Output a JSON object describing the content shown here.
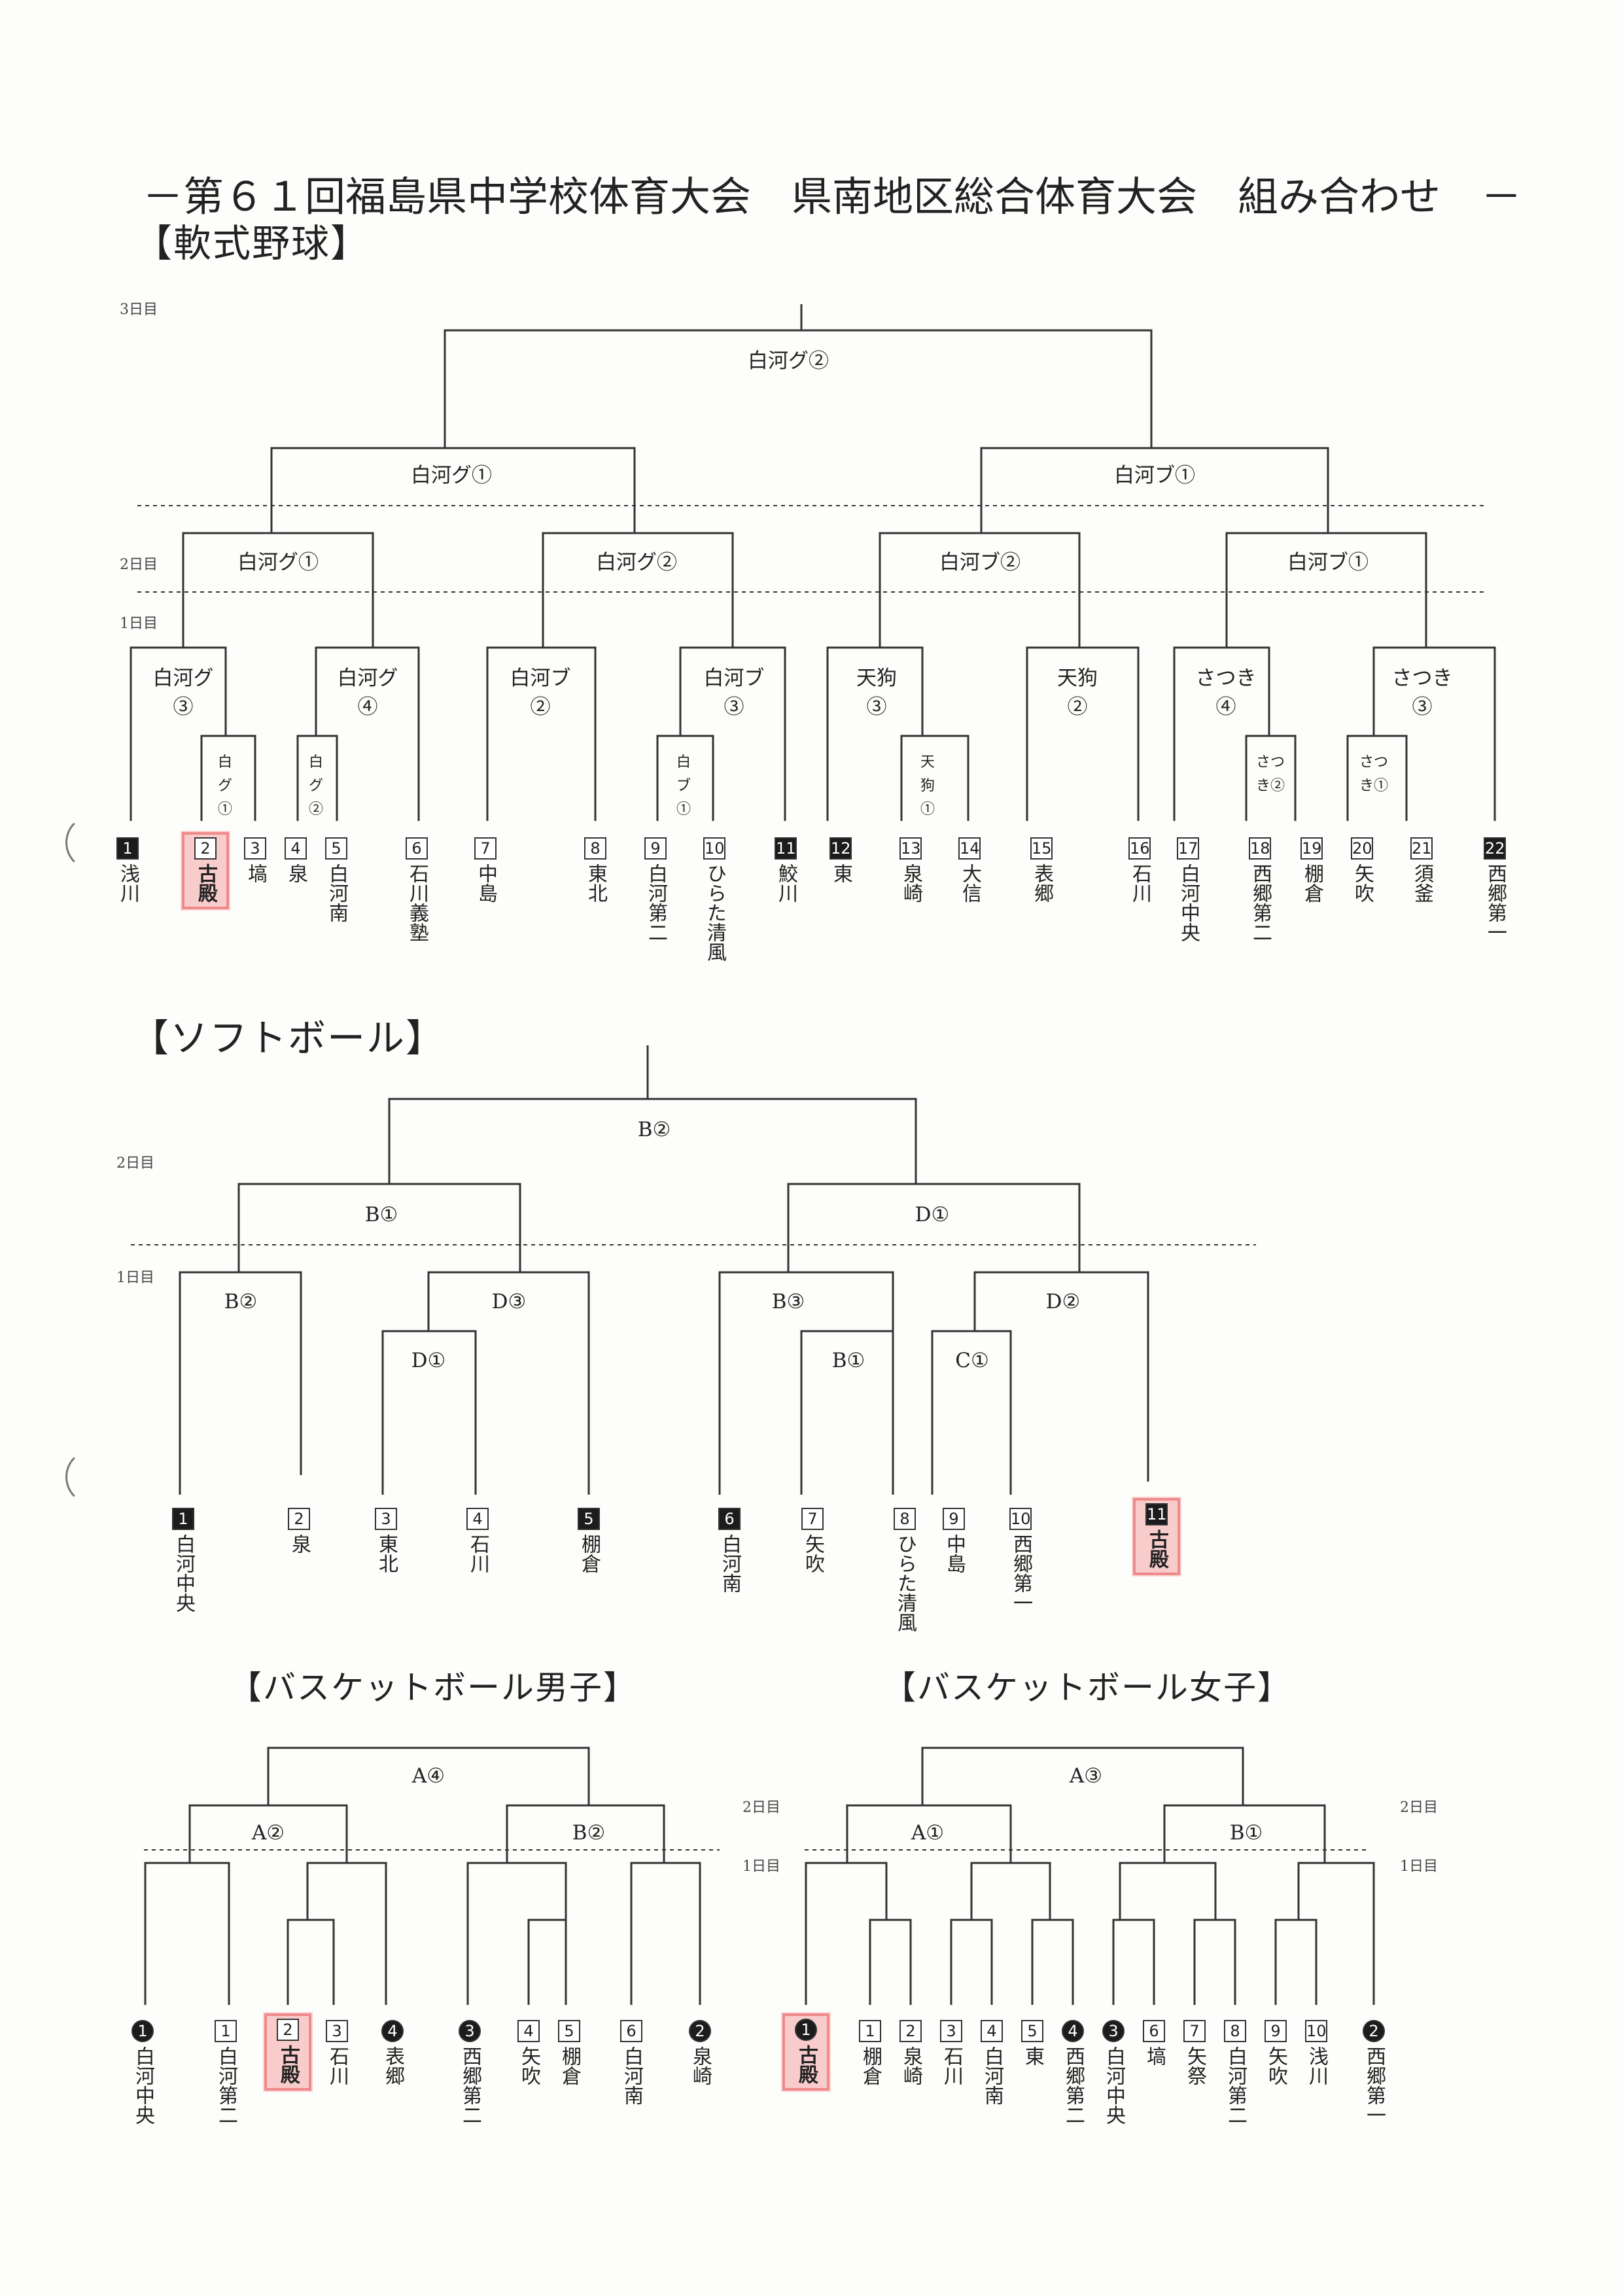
{
  "document": {
    "title": "－第６１回福島県中学校体育大会　県南地区総合体育大会　組み合わせ　－",
    "accent_color": "#f08a8a"
  },
  "baseball": {
    "heading": "【軟式野球】",
    "days": [
      "3日目",
      "2日目",
      "1日目"
    ],
    "bracket_labels": [
      "白河グ②",
      "白河グ①",
      "白河ブ①",
      "白河グ①",
      "白河グ②",
      "白河ブ②",
      "白河ブ①",
      "白河グ③",
      "白河グ④",
      "白河ブ②",
      "白河ブ③",
      "天狗③",
      "天狗②",
      "さつき④",
      "さつき③",
      "白グ①",
      "白グ②",
      "白ブ①",
      "天狗①",
      "さつき②",
      "さつき①"
    ],
    "teams": [
      {
        "num": "1",
        "name": "浅川"
      },
      {
        "num": "2",
        "name": "古殿"
      },
      {
        "num": "3",
        "name": "塙"
      },
      {
        "num": "4",
        "name": "泉"
      },
      {
        "num": "5",
        "name": "白河南"
      },
      {
        "num": "6",
        "name": "石川義塾"
      },
      {
        "num": "7",
        "name": "中島"
      },
      {
        "num": "8",
        "name": "東北"
      },
      {
        "num": "9",
        "name": "白河第二"
      },
      {
        "num": "10",
        "name": "ひらた清風"
      },
      {
        "num": "11",
        "name": "鮫川"
      },
      {
        "num": "12",
        "name": "東"
      },
      {
        "num": "13",
        "name": "泉崎"
      },
      {
        "num": "14",
        "name": "大信"
      },
      {
        "num": "15",
        "name": "表郷"
      },
      {
        "num": "16",
        "name": "石川"
      },
      {
        "num": "17",
        "name": "白河中央"
      },
      {
        "num": "18",
        "name": "西郷第二"
      },
      {
        "num": "19",
        "name": "棚倉"
      },
      {
        "num": "20",
        "name": "矢吹"
      },
      {
        "num": "21",
        "name": "須釜"
      },
      {
        "num": "22",
        "name": "西郷第一"
      }
    ]
  },
  "softball": {
    "heading": "【ソフトボール】",
    "days": [
      "2日目",
      "1日目"
    ],
    "bracket_labels": [
      "B②",
      "B①",
      "D①",
      "B②",
      "D③",
      "B③",
      "D②",
      "D①",
      "B①",
      "C①"
    ],
    "teams": [
      {
        "num": "1",
        "name": "白河中央"
      },
      {
        "num": "2",
        "name": "泉"
      },
      {
        "num": "3",
        "name": "東北"
      },
      {
        "num": "4",
        "name": "石川"
      },
      {
        "num": "5",
        "name": "棚倉"
      },
      {
        "num": "6",
        "name": "白河南"
      },
      {
        "num": "7",
        "name": "矢吹"
      },
      {
        "num": "8",
        "name": "ひらた清風"
      },
      {
        "num": "9",
        "name": "中島"
      },
      {
        "num": "10",
        "name": "西郷第一"
      },
      {
        "num": "11",
        "name": "古殿"
      }
    ]
  },
  "basketball_boys": {
    "heading": "【バスケットボール男子】",
    "days": [
      "2日目",
      "1日目"
    ],
    "bracket_labels": [
      "A④",
      "A②",
      "B②"
    ],
    "teams": [
      {
        "num": "1",
        "name": "白河中央"
      },
      {
        "num": "1",
        "name": "白河第二"
      },
      {
        "num": "2",
        "name": "古殿"
      },
      {
        "num": "3",
        "name": "石川"
      },
      {
        "num": "4",
        "name": "表郷"
      },
      {
        "num": "3",
        "name": "西郷第二"
      },
      {
        "num": "4",
        "name": "矢吹"
      },
      {
        "num": "5",
        "name": "棚倉"
      },
      {
        "num": "6",
        "name": "白河南"
      },
      {
        "num": "2",
        "name": "泉崎"
      }
    ]
  },
  "basketball_girls": {
    "heading": "【バスケットボール女子】",
    "days": [
      "2日目",
      "1日目"
    ],
    "bracket_labels": [
      "A③",
      "A①",
      "B①"
    ],
    "teams": [
      {
        "num": "1",
        "name": "古殿"
      },
      {
        "num": "1",
        "name": "棚倉"
      },
      {
        "num": "2",
        "name": "泉崎"
      },
      {
        "num": "3",
        "name": "石川"
      },
      {
        "num": "4",
        "name": "白河南"
      },
      {
        "num": "5",
        "name": "東"
      },
      {
        "num": "4",
        "name": "西郷第二"
      },
      {
        "num": "3",
        "name": "白河中央"
      },
      {
        "num": "6",
        "name": "塙"
      },
      {
        "num": "7",
        "name": "矢祭"
      },
      {
        "num": "8",
        "name": "白河第二"
      },
      {
        "num": "9",
        "name": "矢吹"
      },
      {
        "num": "10",
        "name": "浅川"
      },
      {
        "num": "2",
        "name": "西郷第一"
      }
    ]
  }
}
